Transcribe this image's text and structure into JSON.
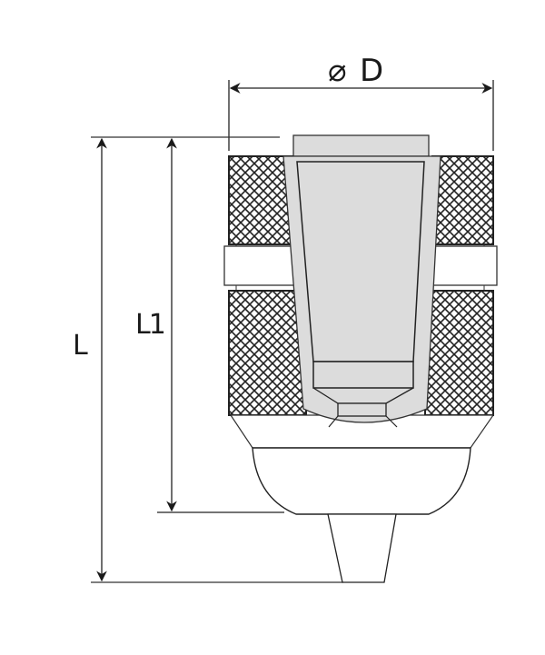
{
  "diagram": {
    "title": "Keyless drill chuck dimension drawing",
    "labels": {
      "diameter_symbol": "⌀",
      "diameter": "D",
      "overall_length": "L",
      "body_length": "L1"
    },
    "parts": [
      {
        "name": "top-cap",
        "description": "Threaded mount cap"
      },
      {
        "name": "upper-knurled-sleeve",
        "description": "Knurled grip sleeve (upper)"
      },
      {
        "name": "locking-band",
        "description": "Center ring band"
      },
      {
        "name": "lower-knurled-sleeve",
        "description": "Knurled grip sleeve (lower)"
      },
      {
        "name": "inner-body",
        "description": "Tapered inner body (gray section)"
      },
      {
        "name": "nose-skirt",
        "description": "Chamfered skirt"
      },
      {
        "name": "nose-bowl",
        "description": "Rounded nose"
      },
      {
        "name": "jaw-tip",
        "description": "Tapered jaw tip"
      }
    ],
    "colors": {
      "line": "#222222",
      "fill_gray": "#dcdcdc",
      "background": "#ffffff"
    }
  }
}
